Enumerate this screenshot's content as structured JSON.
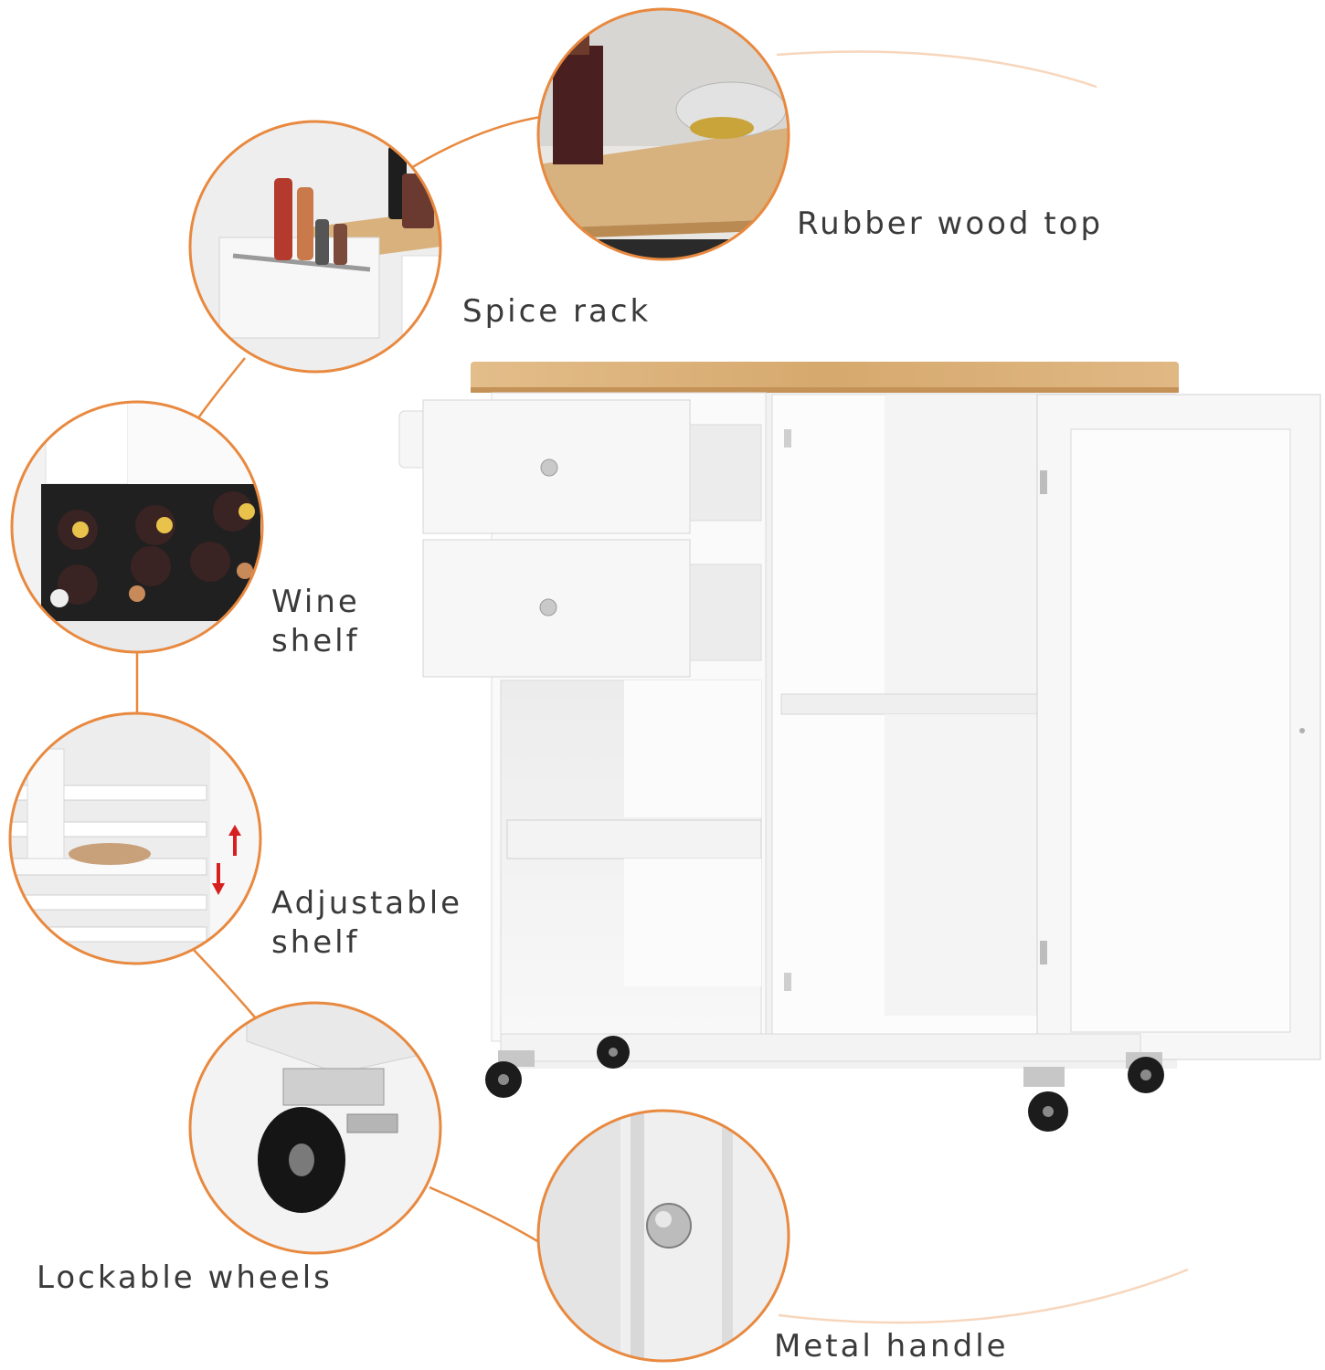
{
  "features": [
    {
      "id": "rubber-wood-top",
      "lines": [
        "Rubber wood top"
      ]
    },
    {
      "id": "spice-rack",
      "lines": [
        "Spice rack"
      ]
    },
    {
      "id": "wine-shelf",
      "lines": [
        "Wine",
        "shelf"
      ]
    },
    {
      "id": "adjustable-shelf",
      "lines": [
        "Adjustable",
        "shelf"
      ]
    },
    {
      "id": "lockable-wheels",
      "lines": [
        "Lockable wheels"
      ]
    },
    {
      "id": "metal-handle",
      "lines": [
        "Metal handle"
      ]
    }
  ],
  "colors": {
    "ring_accent": "#e8893f",
    "connector": "#e8893f",
    "label_text": "#3a3a3a",
    "cabinet_white": "#f4f4f4",
    "wood_top": "#d9b07a"
  }
}
